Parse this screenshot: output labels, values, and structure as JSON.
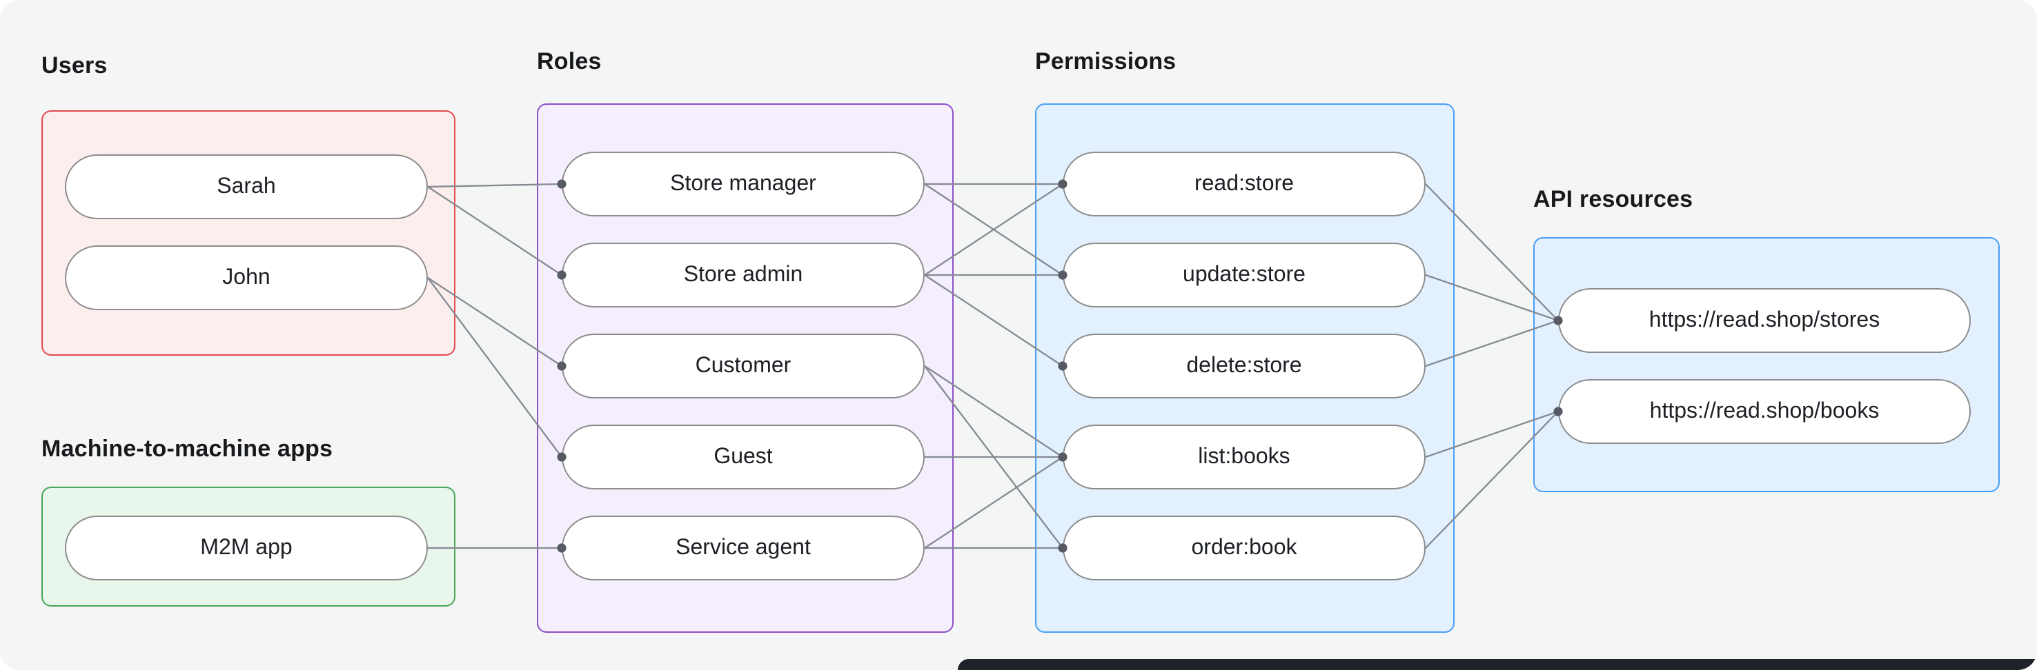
{
  "groups": {
    "users": {
      "label": "Users",
      "items": [
        {
          "id": "sarah",
          "label": "Sarah"
        },
        {
          "id": "john",
          "label": "John"
        }
      ]
    },
    "m2m": {
      "label": "Machine-to-machine apps",
      "items": [
        {
          "id": "m2m-app",
          "label": "M2M app"
        }
      ]
    },
    "roles": {
      "label": "Roles",
      "items": [
        {
          "id": "store-manager",
          "label": "Store manager"
        },
        {
          "id": "store-admin",
          "label": "Store admin"
        },
        {
          "id": "customer",
          "label": "Customer"
        },
        {
          "id": "guest",
          "label": "Guest"
        },
        {
          "id": "service-agent",
          "label": "Service agent"
        }
      ]
    },
    "permissions": {
      "label": "Permissions",
      "items": [
        {
          "id": "read-store",
          "label": "read:store"
        },
        {
          "id": "update-store",
          "label": "update:store"
        },
        {
          "id": "delete-store",
          "label": "delete:store"
        },
        {
          "id": "list-books",
          "label": "list:books"
        },
        {
          "id": "order-book",
          "label": "order:book"
        }
      ]
    },
    "api_resources": {
      "label": "API resources",
      "items": [
        {
          "id": "stores-api",
          "label": "https://read.shop/stores"
        },
        {
          "id": "books-api",
          "label": "https://read.shop/books"
        }
      ]
    }
  },
  "edges": [
    [
      "sarah",
      "store-manager"
    ],
    [
      "sarah",
      "store-admin"
    ],
    [
      "john",
      "customer"
    ],
    [
      "john",
      "guest"
    ],
    [
      "m2m-app",
      "service-agent"
    ],
    [
      "store-manager",
      "read-store"
    ],
    [
      "store-manager",
      "update-store"
    ],
    [
      "store-admin",
      "read-store"
    ],
    [
      "store-admin",
      "update-store"
    ],
    [
      "store-admin",
      "delete-store"
    ],
    [
      "customer",
      "list-books"
    ],
    [
      "customer",
      "order-book"
    ],
    [
      "guest",
      "list-books"
    ],
    [
      "service-agent",
      "list-books"
    ],
    [
      "service-agent",
      "order-book"
    ],
    [
      "read-store",
      "stores-api"
    ],
    [
      "update-store",
      "stores-api"
    ],
    [
      "delete-store",
      "stores-api"
    ],
    [
      "list-books",
      "books-api"
    ],
    [
      "order-book",
      "books-api"
    ]
  ],
  "colors": {
    "canvas_bg": "#f4f6f5",
    "users_border": "#e5484d",
    "users_fill": "#fdeeee",
    "m2m_border": "#46a758",
    "m2m_fill": "#e9f6ec",
    "roles_border": "#8e4ec6",
    "roles_fill": "#f5eefc",
    "permissions_border": "#4a9df8",
    "permissions_fill": "#e3f1fe",
    "edge": "#858a92",
    "dot": "#565b63",
    "bottom_strip": "#1e232a"
  }
}
